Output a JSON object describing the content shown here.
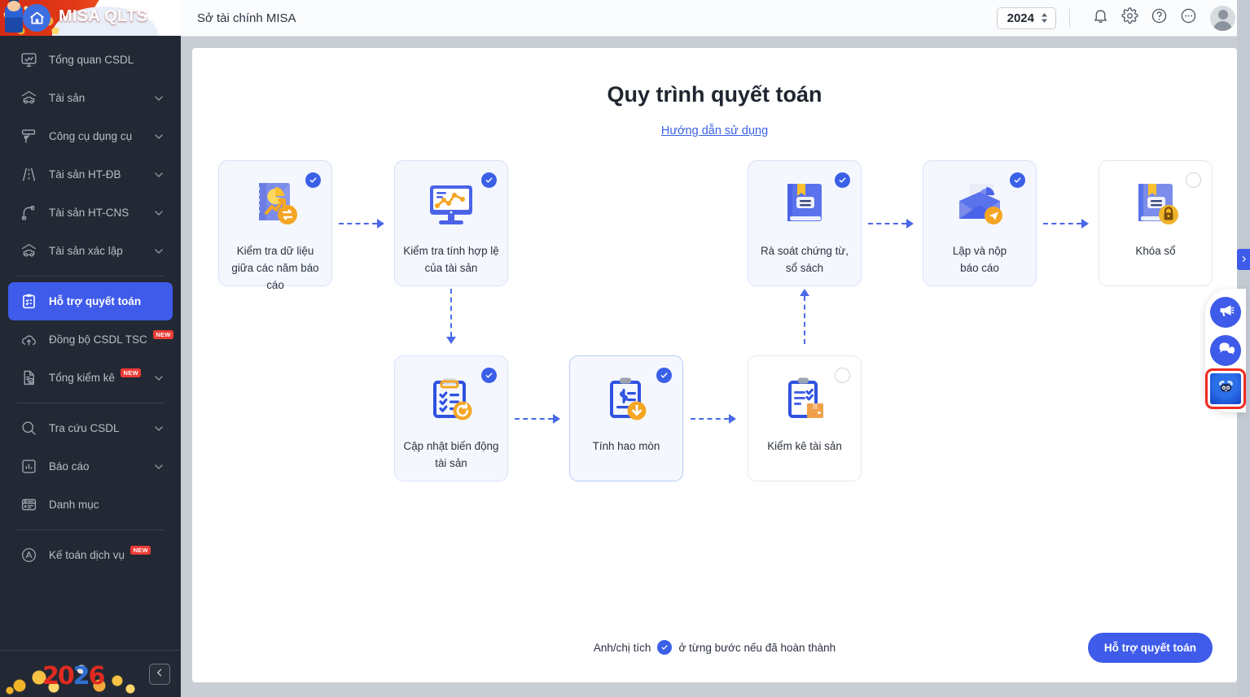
{
  "app": {
    "logo_text": "MISA QLTS"
  },
  "sidebar": {
    "items": [
      {
        "label": "Tổng quan CSDL",
        "icon": "dashboard-icon",
        "expandable": false,
        "badge": "",
        "active": false
      },
      {
        "label": "Tài sản",
        "icon": "car-asset-icon",
        "expandable": true,
        "badge": "",
        "active": false
      },
      {
        "label": "Công cụ dụng cụ",
        "icon": "paint-roller-icon",
        "expandable": true,
        "badge": "",
        "active": false
      },
      {
        "label": "Tài sản HT-ĐB",
        "icon": "road-icon",
        "expandable": true,
        "badge": "",
        "active": false
      },
      {
        "label": "Tài sản HT-CNS",
        "icon": "pipe-icon",
        "expandable": true,
        "badge": "",
        "active": false
      },
      {
        "label": "Tài sản xác lập",
        "icon": "car-asset-icon",
        "expandable": true,
        "badge": "",
        "active": false
      },
      {
        "label": "Hỗ trợ quyết toán",
        "icon": "clipboard-check-icon",
        "expandable": false,
        "badge": "",
        "active": true
      },
      {
        "label": "Đồng bộ CSDL TSC",
        "icon": "cloud-upload-icon",
        "expandable": false,
        "badge": "NEW",
        "active": false
      },
      {
        "label": "Tổng kiểm kê",
        "icon": "document-check-icon",
        "expandable": true,
        "badge": "NEW",
        "active": false
      },
      {
        "label": "Tra cứu CSDL",
        "icon": "search-icon",
        "expandable": true,
        "badge": "",
        "active": false
      },
      {
        "label": "Báo cáo",
        "icon": "bar-chart-icon",
        "expandable": true,
        "badge": "",
        "active": false
      },
      {
        "label": "Danh mục",
        "icon": "list-icon",
        "expandable": false,
        "badge": "",
        "active": false
      },
      {
        "label": "Kế toán dịch vụ",
        "icon": "amis-icon",
        "expandable": false,
        "badge": "NEW",
        "active": false
      }
    ],
    "footer": {
      "year_decor": "2026",
      "collapse_icon": "chevron-left-icon"
    }
  },
  "topbar": {
    "title": "Sở tài chính MISA",
    "year": "2024",
    "icons": [
      "bell-icon",
      "gear-icon",
      "help-icon",
      "more-icon",
      "avatar"
    ]
  },
  "main": {
    "title": "Quy trình quyết toán",
    "guide_link": "Hướng dẫn sử dụng",
    "legend_prefix": "Anh/chị tích",
    "legend_suffix": "ở từng bước nếu đã hoàn thành",
    "cta_label": "Hỗ trợ quyết toán",
    "steps": [
      {
        "id": "s1",
        "label": "Kiểm tra dữ liệu\ngiữa các năm báo cáo",
        "line1": "Kiểm tra dữ liệu",
        "line2": "giữa các năm báo cáo",
        "checked": true,
        "icon": "book-chart-sync-icon"
      },
      {
        "id": "s2",
        "label": "Kiểm tra tính hợp lệ\ncủa tài sản",
        "line1": "Kiểm tra tính hợp lệ",
        "line2": "của tài sản",
        "checked": true,
        "icon": "monitor-linechart-icon"
      },
      {
        "id": "s3",
        "label": "Cập nhật biến động\ntài sản",
        "line1": "Cập nhật biến động",
        "line2": "tài sản",
        "checked": true,
        "icon": "clipboard-refresh-icon"
      },
      {
        "id": "s4",
        "label": "Tính hao mòn",
        "line1": "Tính hao mòn",
        "line2": "",
        "checked": true,
        "icon": "clipboard-dollar-down-icon"
      },
      {
        "id": "s5",
        "label": "Kiểm kê tài sản",
        "line1": "Kiểm kê tài sản",
        "line2": "",
        "checked": false,
        "icon": "clipboard-box-icon"
      },
      {
        "id": "s6",
        "label": "Rà soát chứng từ,\nsổ sách",
        "line1": "Rà soát chứng từ,",
        "line2": "sổ sách",
        "checked": true,
        "icon": "book-bookmark-icon"
      },
      {
        "id": "s7",
        "label": "Lập và nộp\nbáo cáo",
        "line1": "Lập và nộp",
        "line2": "báo cáo",
        "checked": true,
        "icon": "envelope-send-icon"
      },
      {
        "id": "s8",
        "label": "Khóa sổ",
        "line1": "Khóa sổ",
        "line2": "",
        "checked": false,
        "icon": "book-lock-icon"
      }
    ]
  },
  "fabs": [
    {
      "name": "megaphone-fab",
      "icon": "megaphone-icon",
      "highlighted": false
    },
    {
      "name": "chat-fab",
      "icon": "chat-bubbles-icon",
      "highlighted": false
    },
    {
      "name": "assistant-bot-fab",
      "icon": "robot-icon",
      "highlighted": true
    }
  ],
  "colors": {
    "accent": "#3e5bea",
    "sidebar_bg": "#222934",
    "card_bg": "#f4f7fe",
    "badge_red": "#ed3b35",
    "highlight_red": "#f02b22"
  }
}
